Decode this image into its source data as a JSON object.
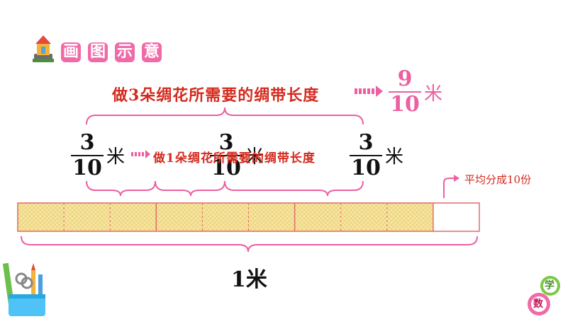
{
  "header": {
    "title_chars": [
      "画",
      "图",
      "示",
      "意"
    ]
  },
  "top_label": {
    "text": "做3朵绸花所需要的绸带长度",
    "fraction_num": "9",
    "fraction_den": "10",
    "unit": "米"
  },
  "segment_label": {
    "text": "做1朵绸花所需要的绸带长度",
    "fraction_num": "3",
    "fraction_den": "10",
    "unit": "米",
    "repeat": 3
  },
  "side_note": "平均分成10份",
  "total_label": "1米",
  "ribbon": {
    "parts": 10,
    "shaded_parts": 9,
    "fill_color": "#f7e6a0",
    "border_color": "#e06a6a"
  },
  "colors": {
    "accent_pink": "#ec5fa0",
    "label_red": "#d42a1e"
  },
  "corner_badge_chars": [
    "学",
    "数"
  ]
}
